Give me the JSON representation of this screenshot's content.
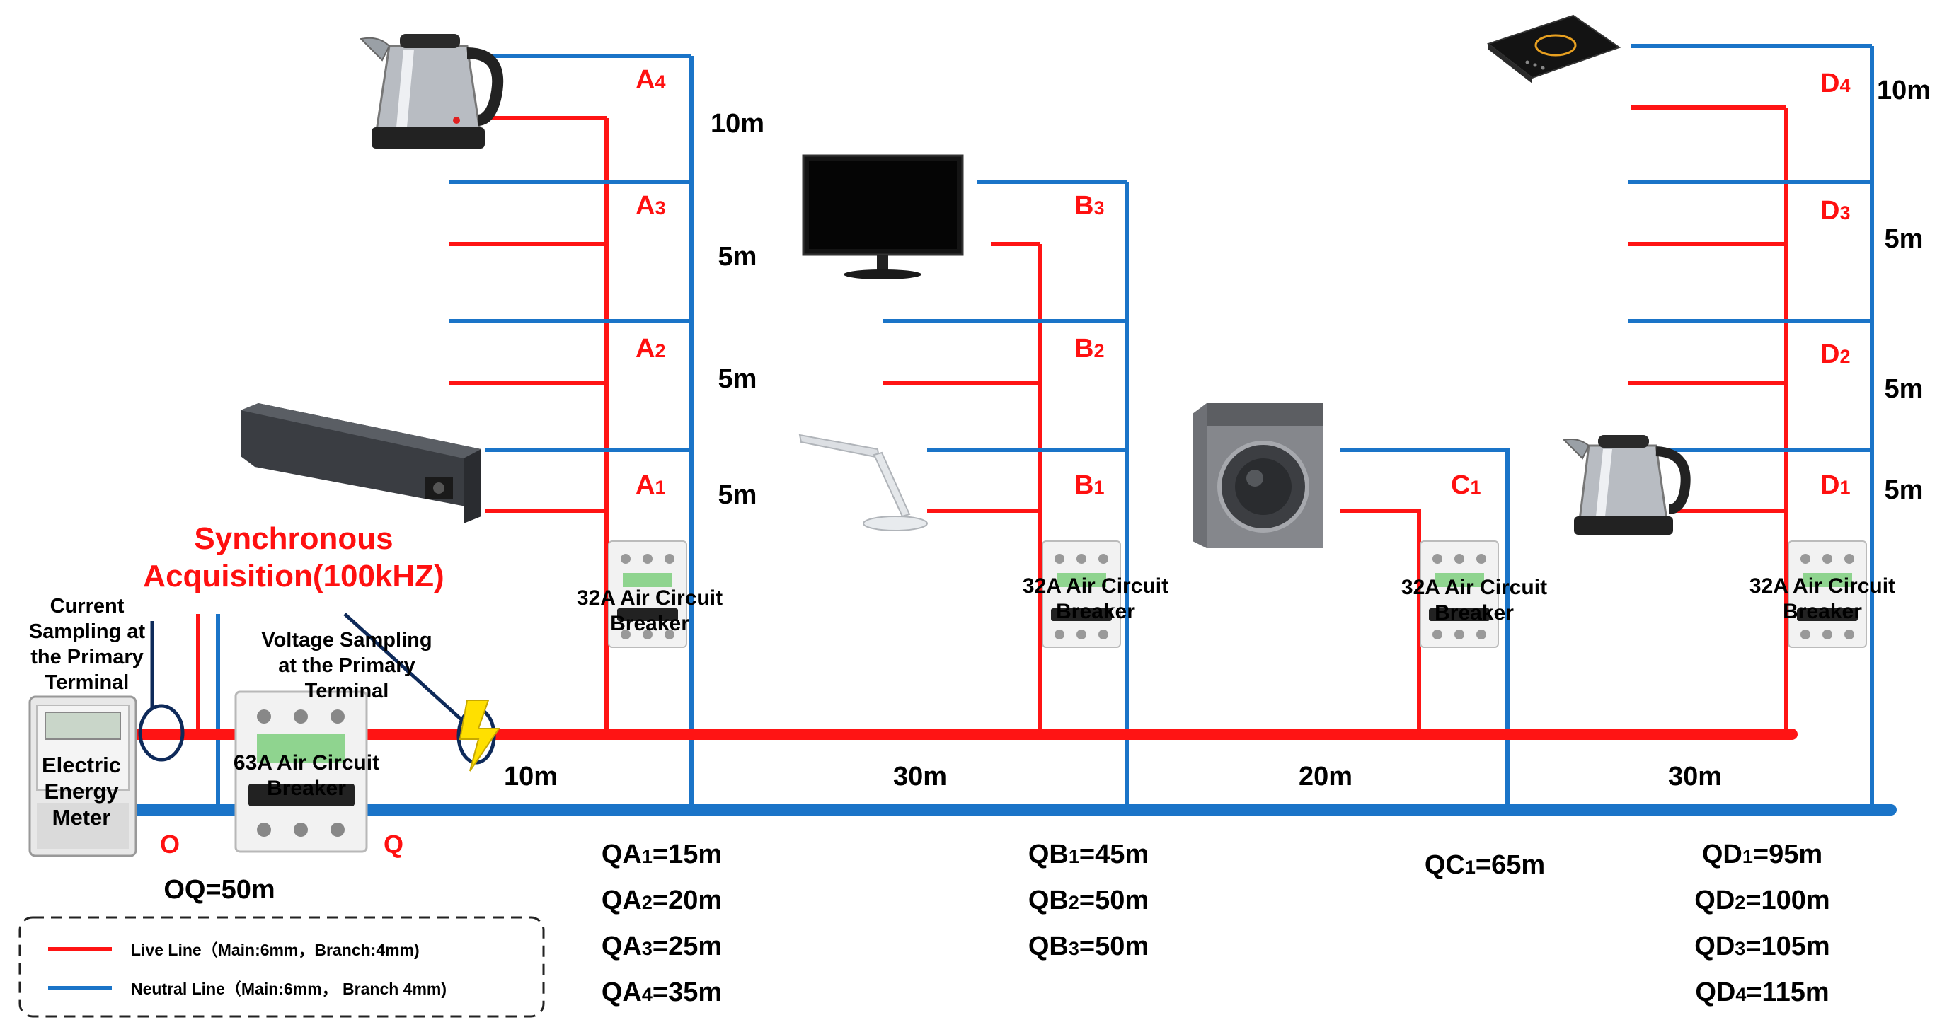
{
  "title": {
    "line1": "Synchronous",
    "line2": "Acquisition(100kHZ)"
  },
  "meter": {
    "label_lines": [
      "Electric",
      "Energy",
      "Meter"
    ]
  },
  "current_sampling": {
    "lines": [
      "Current",
      "Sampling at",
      "the Primary",
      "Terminal"
    ]
  },
  "voltage_sampling": {
    "lines": [
      "Voltage Sampling",
      "at the Primary",
      "Terminal"
    ]
  },
  "main_breaker": {
    "lines": [
      "63A Air Circuit",
      "Breaker"
    ]
  },
  "points": {
    "o": "O",
    "q": "Q"
  },
  "oq_distance": "OQ=50m",
  "main_segments": [
    "10m",
    "30m",
    "20m",
    "30m"
  ],
  "branches": [
    {
      "id": "A",
      "breaker_lines": [
        "32A Air Circuit",
        "Breaker"
      ],
      "nodes": [
        {
          "letter": "A",
          "sub": "1"
        },
        {
          "letter": "A",
          "sub": "2"
        },
        {
          "letter": "A",
          "sub": "3"
        },
        {
          "letter": "A",
          "sub": "4"
        }
      ],
      "gaps": [
        "5m",
        "5m",
        "5m",
        "10m"
      ],
      "distances": [
        {
          "pre": "QA",
          "sub": "1",
          "post": "=15m"
        },
        {
          "pre": "QA",
          "sub": "2",
          "post": "=20m"
        },
        {
          "pre": "QA",
          "sub": "3",
          "post": "=25m"
        },
        {
          "pre": "QA",
          "sub": "4",
          "post": "=35m"
        }
      ]
    },
    {
      "id": "B",
      "breaker_lines": [
        "32A Air Circuit",
        "Breaker"
      ],
      "nodes": [
        {
          "letter": "B",
          "sub": "1"
        },
        {
          "letter": "B",
          "sub": "2"
        },
        {
          "letter": "B",
          "sub": "3"
        }
      ],
      "gaps": [],
      "distances": [
        {
          "pre": "QB",
          "sub": "1",
          "post": "=45m"
        },
        {
          "pre": "QB",
          "sub": "2",
          "post": "=50m"
        },
        {
          "pre": "QB",
          "sub": "3",
          "post": "=50m"
        }
      ]
    },
    {
      "id": "C",
      "breaker_lines": [
        "32A Air Circuit",
        "Breaker"
      ],
      "nodes": [
        {
          "letter": "C",
          "sub": "1"
        }
      ],
      "gaps": [],
      "distances": [
        {
          "pre": "QC",
          "sub": "1",
          "post": "=65m"
        }
      ]
    },
    {
      "id": "D",
      "breaker_lines": [
        "32A Air Circuit",
        "Breaker"
      ],
      "nodes": [
        {
          "letter": "D",
          "sub": "1"
        },
        {
          "letter": "D",
          "sub": "2"
        },
        {
          "letter": "D",
          "sub": "3"
        },
        {
          "letter": "D",
          "sub": "4"
        }
      ],
      "gaps": [
        "5m",
        "5m",
        "5m",
        "10m"
      ],
      "distances": [
        {
          "pre": "QD",
          "sub": "1",
          "post": "=95m"
        },
        {
          "pre": "QD",
          "sub": "2",
          "post": "=100m"
        },
        {
          "pre": "QD",
          "sub": "3",
          "post": "=105m"
        },
        {
          "pre": "QD",
          "sub": "4",
          "post": "=115m"
        }
      ]
    }
  ],
  "legend": {
    "live": "Live Line（Main:6mm，Branch:4mm)",
    "neutral": "Neutral Line（Main:6mm，  Branch 4mm)"
  },
  "colors": {
    "live": "#ff1414",
    "neutral": "#1a74c8",
    "label_red": "#ff1010"
  },
  "appliances": [
    "kettle",
    "heater",
    "tv-monitor",
    "desk-lamp",
    "washing-machine",
    "induction-cooker",
    "kettle"
  ]
}
